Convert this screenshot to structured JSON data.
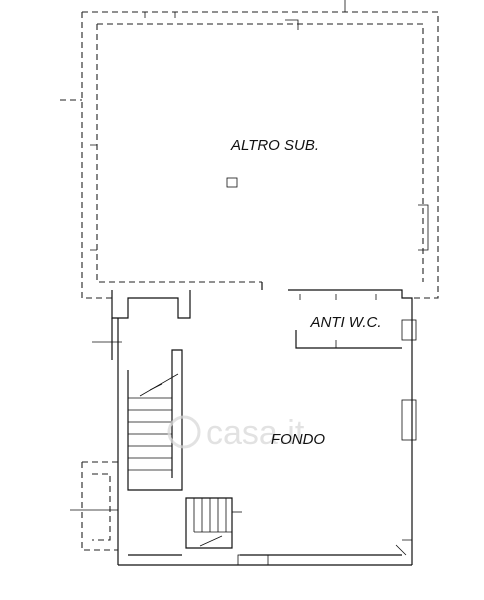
{
  "rooms": {
    "altro_sub": "ALTRO SUB.",
    "anti_wc": "ANTI W.C.",
    "fondo": "FONDO"
  },
  "watermark": {
    "text": "casa.it",
    "icon": "casa-logo-icon"
  },
  "colors": {
    "lines": "#111111",
    "watermark": "#d9d9d9"
  }
}
